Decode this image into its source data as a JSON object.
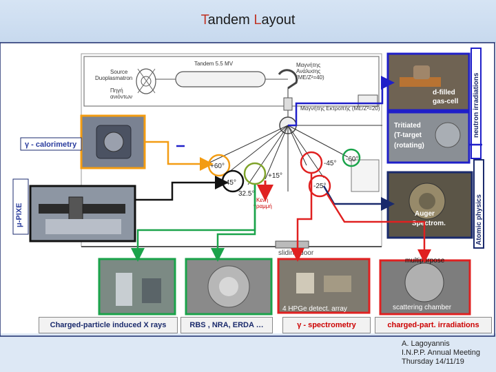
{
  "title": {
    "part1_cap": "T",
    "part1_rest": "andem ",
    "part2_cap": "L",
    "part2_rest": "ayout"
  },
  "beamline": {
    "tandem": "Tandem 5.5 MV",
    "source1": "Source",
    "source2": "Duoplasmatron",
    "source3": "Πηγή",
    "source4": "ανιόντων",
    "magnet1": "Μαγνήτης",
    "magnet2": "Ανάλυσης",
    "magnet3": "(ME/Z²=40)",
    "switching": "Μαγνήτης Εκτροπής (ME/Z²=20)",
    "empty_line1": "Κενή",
    "empty_line2": "γραμμή",
    "sliding_door": "sliding door"
  },
  "angles": {
    "a60l": "+60°",
    "a45": "+45°",
    "a30": "32.5°",
    "a15": "+15°",
    "am45": "-45°",
    "am60": "-60°",
    "am25": "-25°"
  },
  "labels": {
    "gamma_cal": "γ - calorimetry",
    "mu_pixe": "μ-PIXE",
    "neutron": "neutron irradiations",
    "atomic": "Atomic physics",
    "d_filled1": "d-filled",
    "d_filled2": "gas-cell",
    "tritiated1": "Tritiated",
    "tritiated2": "(T-target",
    "tritiated3": "(rotating)",
    "auger1": "Auger",
    "auger2": "Spectrom.",
    "multipurpose": "multipurpose",
    "hpge": "4 HPGe detect. array",
    "scattering": "scattering chamber"
  },
  "captions": {
    "c1": "Charged-particle induced X rays",
    "c2": "RBS , NRA, ERDA …",
    "c3": "γ - spectrometry",
    "c4": "charged-part. irradiations"
  },
  "credit": {
    "line1": "A. Lagoyannis",
    "line2": "I.N.P.P. Annual Meeting",
    "line3": "Thursday 14/11/19"
  },
  "colors": {
    "blue": "#1f1fc9",
    "navy": "#1a2a6c",
    "orange": "#f39c12",
    "green": "#1aa34a",
    "olive": "#7fa32a",
    "red": "#e02020",
    "black": "#111111",
    "cal": "#2a3c9e"
  }
}
